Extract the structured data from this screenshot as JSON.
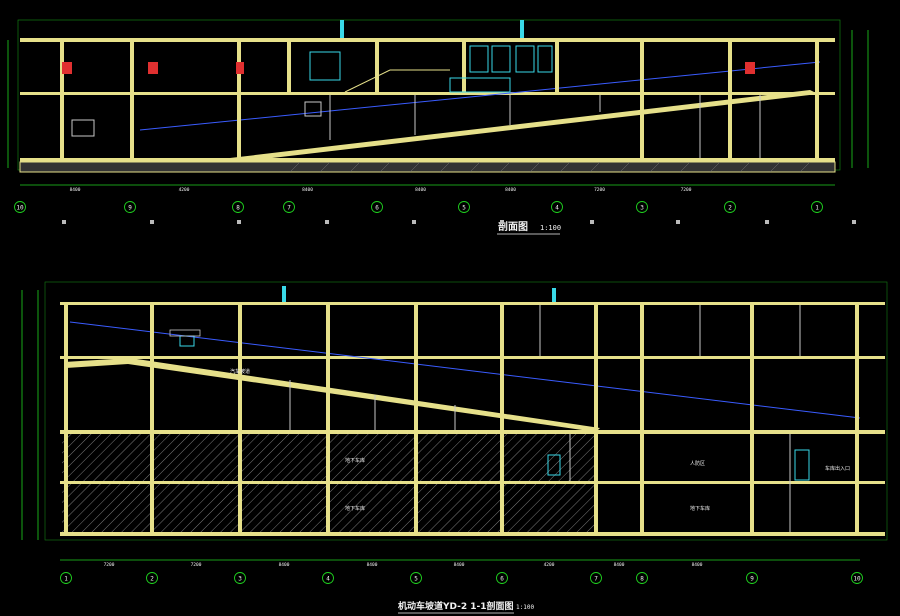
{
  "section_top": {
    "title": "剖面图",
    "scale": "1:100",
    "axis_labels": [
      "10",
      "9",
      "8",
      "7",
      "6",
      "5",
      "4",
      "3",
      "2",
      "1"
    ],
    "dimensions": [
      "8400",
      "4200",
      "8400",
      "8400",
      "8400",
      "7200",
      "7200"
    ]
  },
  "section_bottom": {
    "title": "机动车坡道YD-2 1-1剖面图",
    "scale": "1:100",
    "axis_labels": [
      "1",
      "2",
      "3",
      "4",
      "5",
      "6",
      "7",
      "8",
      "9",
      "10"
    ],
    "dimensions": [
      "7200",
      "7200",
      "8400",
      "8400",
      "8400",
      "4200",
      "8400",
      "8400"
    ],
    "rooms": [
      "汽车坡道",
      "地下车库",
      "地下车库",
      "人防区",
      "地下车库",
      "车库出入口"
    ]
  },
  "colors": {
    "background": "#000000",
    "floor_slab": "#e6e08a",
    "grid_line": "#1fd21f",
    "ramp_guide": "#3a5cff",
    "wall": "#c8c8c8",
    "accent_cyan": "#39d9e8",
    "accent_red": "#e03030",
    "text": "#f2f2f2"
  }
}
